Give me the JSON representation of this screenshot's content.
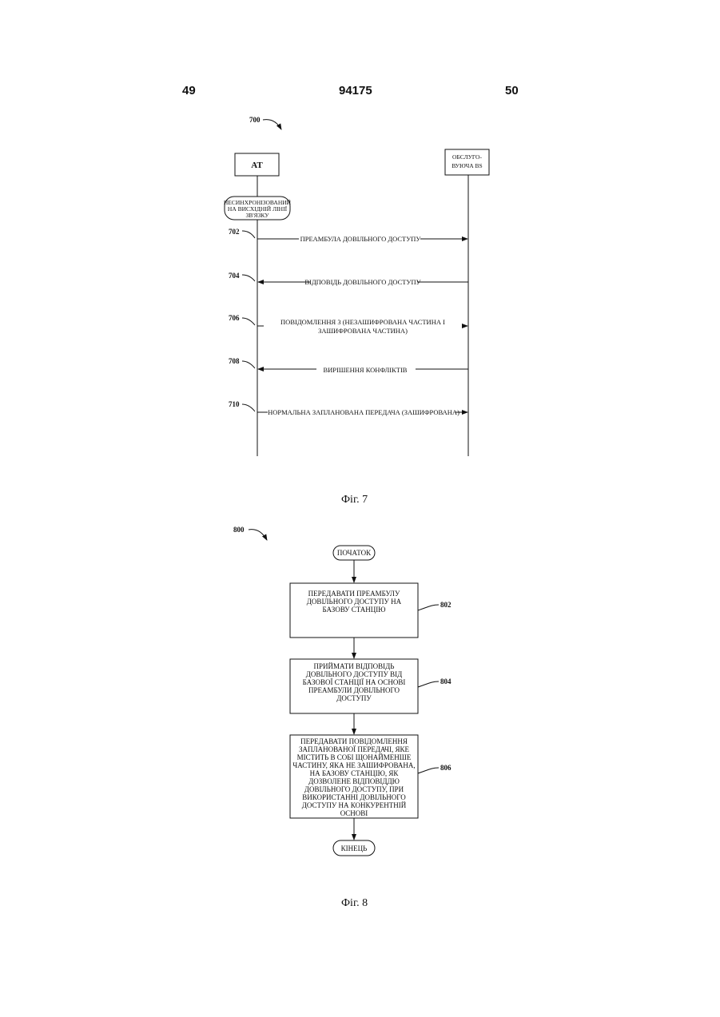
{
  "header": {
    "page_left": "49",
    "page_center": "94175",
    "page_right": "50"
  },
  "fig7": {
    "ref": "700",
    "caption": "Фіг. 7",
    "at_label": "AT",
    "bs_label_line1": "ОБСЛУГО-",
    "bs_label_line2": "ВУЮЧА BS",
    "state_line1": "НЕСИНХРОНІЗОВАНИЙ",
    "state_line2": "НА ВИСХІДНІЙ ЛІНІЇ",
    "state_line3": "ЗВ'ЯЗКУ",
    "steps": [
      {
        "ref": "702",
        "line1": "ПРЕАМБУЛА ДОВІЛЬНОГО ДОСТУПУ",
        "line2": ""
      },
      {
        "ref": "704",
        "line1": "ВІДПОВІДЬ ДОВІЛЬНОГО ДОСТУПУ",
        "line2": ""
      },
      {
        "ref": "706",
        "line1": "ПОВІДОМЛЕННЯ 3 (НЕЗАШИФРОВАНА ЧАСТИНА І",
        "line2": "ЗАШИФРОВАНА ЧАСТИНА)"
      },
      {
        "ref": "708",
        "line1": "ВИРІШЕННЯ КОНФЛІКТІВ",
        "line2": ""
      },
      {
        "ref": "710",
        "line1": "НОРМАЛЬНА ЗАПЛАНОВАНА ПЕРЕДАЧА (ЗАШИФРОВАНА)",
        "line2": ""
      }
    ]
  },
  "fig8": {
    "ref": "800",
    "caption": "Фіг. 8",
    "start_label": "ПОЧАТОК",
    "end_label": "КІНЕЦЬ",
    "boxes": [
      {
        "ref": "802",
        "lines": [
          "ПЕРЕДАВАТИ ПРЕАМБУЛУ",
          "ДОВІЛЬНОГО ДОСТУПУ НА",
          "БАЗОВУ СТАНЦІЮ"
        ]
      },
      {
        "ref": "804",
        "lines": [
          "ПРИЙМАТИ ВІДПОВІДЬ",
          "ДОВІЛЬНОГО ДОСТУПУ ВІД",
          "БАЗОВОЇ СТАНЦІЇ НА ОСНОВІ",
          "ПРЕАМБУЛИ ДОВІЛЬНОГО",
          "ДОСТУПУ"
        ]
      },
      {
        "ref": "806",
        "lines": [
          "ПЕРЕДАВАТИ ПОВІДОМЛЕННЯ",
          "ЗАПЛАНОВАНОЇ ПЕРЕДАЧІ, ЯКЕ",
          "МІСТИТЬ В СОБІ ЩОНАЙМЕНШЕ",
          "ЧАСТИНУ, ЯКА НЕ ЗАШИФРОВАНА,",
          "НА БАЗОВУ СТАНЦІЮ, ЯК",
          "ДОЗВОЛЕНЕ ВІДПОВІДДЮ",
          "ДОВІЛЬНОГО ДОСТУПУ, ПРИ",
          "ВИКОРИСТАННІ ДОВІЛЬНОГО",
          "ДОСТУПУ НА КОНКУРЕНТНІЙ",
          "ОСНОВІ"
        ]
      }
    ]
  }
}
